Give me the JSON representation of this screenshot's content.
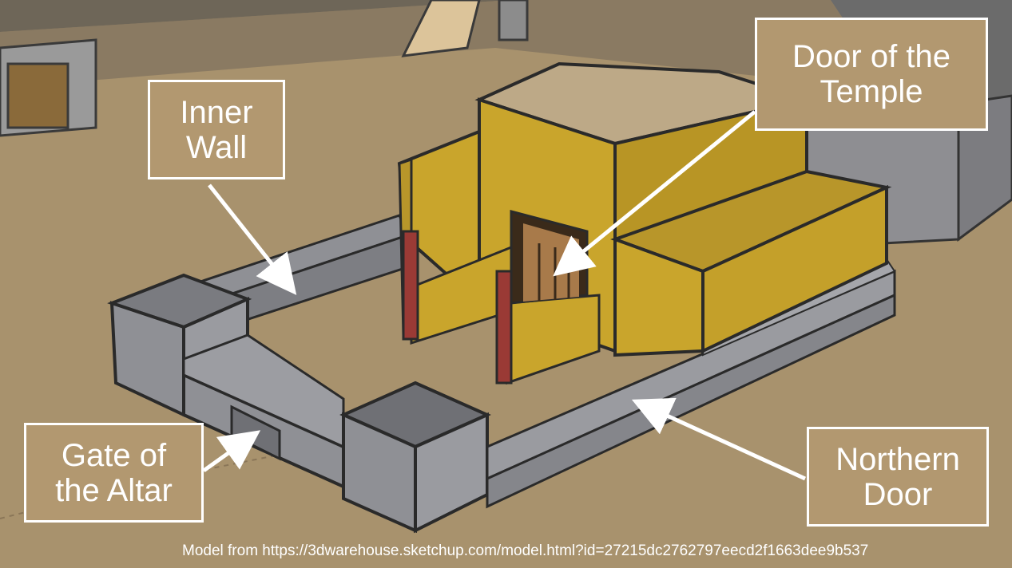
{
  "labels": {
    "inner_wall": [
      "Inner",
      "Wall"
    ],
    "door_of_temple": [
      "Door of the",
      "Temple"
    ],
    "gate_of_altar": [
      "Gate of",
      "the Altar"
    ],
    "northern_door": [
      "Northern",
      "Door"
    ]
  },
  "credit": "Model from https://3dwarehouse.sketchup.com/model.html?id=27215dc2762797eecd2f1663dee9b537",
  "colors": {
    "ground": "#a8926d",
    "temple_gold": "#c9a52c",
    "wall_gray": "#8f9095",
    "pillar_red": "#9a3a35",
    "label_text": "#ffffff"
  }
}
